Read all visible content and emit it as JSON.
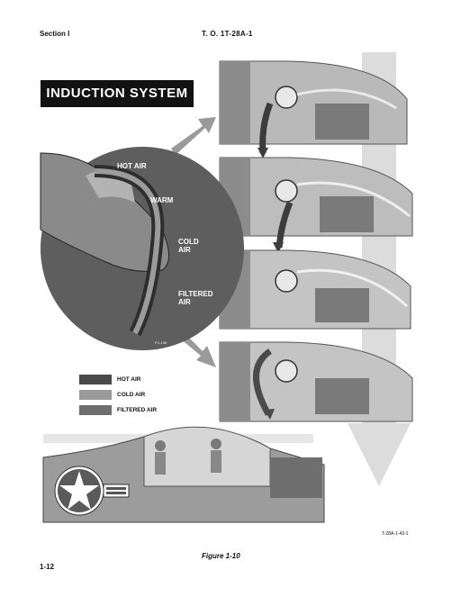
{
  "header": {
    "section": "Section I",
    "doc_number": "T. O. 1T-28A-1"
  },
  "title": "INDUCTION SYSTEM",
  "control_dial": {
    "positions": [
      "HOT AIR",
      "WARM",
      "COLD AIR",
      "FILTERED AIR"
    ],
    "code": "FX-138"
  },
  "legend": [
    {
      "label": "HOT AIR",
      "color": "#4a4a4a"
    },
    {
      "label": "COLD AIR",
      "color": "#9a9a9a"
    },
    {
      "label": "FILTERED AIR",
      "color": "#6e6e6e"
    }
  ],
  "figure_ref": "T-28A-1-43-1",
  "caption": "Figure 1-10",
  "page_number": "1-12"
}
